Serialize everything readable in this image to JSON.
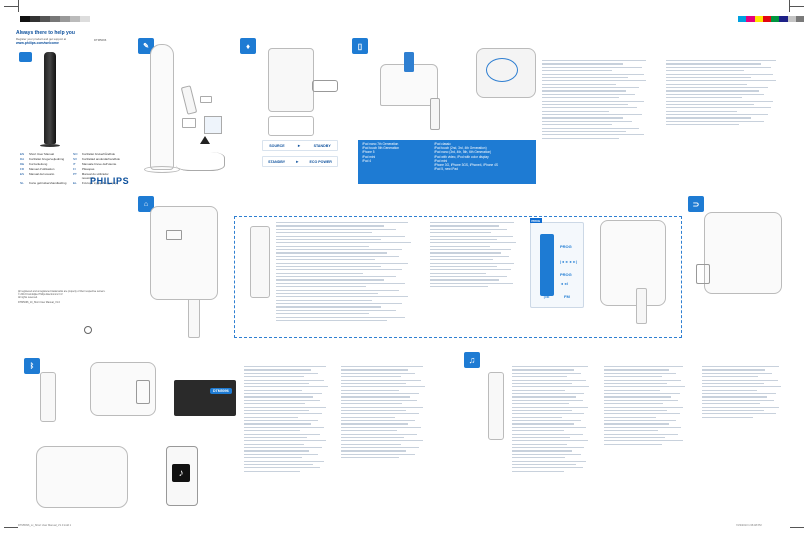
{
  "header": {
    "tagline": "Always there to help you",
    "register_prompt": "Register your product and get support at",
    "website": "www.philips.com/welcome",
    "model": "DTM5096"
  },
  "brand": {
    "name": "PHILIPS"
  },
  "languages": [
    {
      "code": "EN",
      "label": "Short User Manual"
    },
    {
      "code": "DA",
      "label": "Kortfattet brugervejledning"
    },
    {
      "code": "DE",
      "label": "Kurzanleitung"
    },
    {
      "code": "FR",
      "label": "Manuel d'utilisation"
    },
    {
      "code": "ES",
      "label": "Manual del usuario"
    },
    {
      "code": "NL",
      "label": "Korte gebruikershandleiding"
    },
    {
      "code": "NO",
      "label": "Kortfattet brukerhåndbok"
    },
    {
      "code": "SV",
      "label": "Kortfattad användarhandbok"
    },
    {
      "code": "IT",
      "label": "Manuale breve dell'utente"
    },
    {
      "code": "FI",
      "label": "Pikaopas"
    },
    {
      "code": "PT",
      "label": "Manual do utilizador resumido"
    },
    {
      "code": "EL",
      "label": "Σύντομο εγχειρίδιο χρήσης"
    }
  ],
  "power_section": {
    "source": "SOURCE",
    "standby": "STANDBY",
    "eco_power": "ECO POWER"
  },
  "dock_section": {
    "compat_left": [
      "iPod nano 7th Generation",
      "iPod touch 5th Generation",
      "iPhone 5",
      "iPod mini",
      "iPod 4"
    ],
    "compat_right": [
      "iPod classic",
      "iPod touch (2nd, 3rd, 4th Generation)",
      "iPod nano (3rd, 4th, 5th, 6th Generation)",
      "iPod with video, iPod with color display",
      "iPod mini",
      "iPhone 3G, iPhone 3GS, iPhone4, iPhone 4S",
      "iPod 5, new iPad"
    ]
  },
  "remote_panel": {
    "buttons": [
      "PROG",
      "|◄◄ ►►|",
      "PROG",
      "◄◄I",
      "▷II",
      "FM"
    ],
    "tag": "PROG"
  },
  "bluetooth": {
    "device_label": "DTM5096"
  },
  "footer": {
    "copyright": "All registered and unregistered trademarks are property of their respective owners.",
    "year": "© 2013 Koninklijke Philips Electronics N.V.",
    "rights": "All rights reserved.",
    "doc_id": "DTM5096_10_Short User Manual_V1.0",
    "bottom_left": "DTM5096_xx_Short User Manual_V1.0 indd 1",
    "bottom_right": "7/23/2013 1:36:48 PM"
  },
  "colors": {
    "accent": "#1e7bd3",
    "brand_blue": "#0b4f9c",
    "panel_blue": "#2f7fd1"
  }
}
